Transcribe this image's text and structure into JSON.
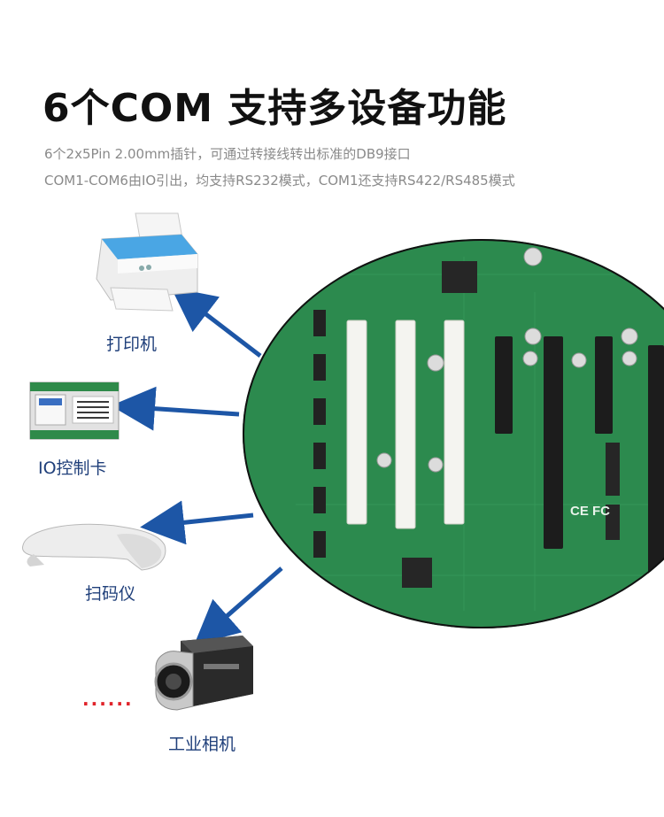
{
  "headline": "6个COM  支持多设备功能",
  "subtitle_lines": [
    "6个2x5Pin 2.00mm插针，可通过转接线转出标准的DB9接口",
    "COM1-COM6由IO引出，均支持RS232模式，COM1还支持RS422/RS485模式"
  ],
  "devices": [
    {
      "label": "打印机",
      "icon": "printer-icon"
    },
    {
      "label": "IO控制卡",
      "icon": "io-card-icon"
    },
    {
      "label": "扫码仪",
      "icon": "barcode-scanner-icon"
    },
    {
      "label": "工业相机",
      "icon": "industrial-camera-icon"
    }
  ],
  "ellipsis": "......",
  "board_marking": "CE FC",
  "colors": {
    "arrow": "#1d56a6",
    "board": "#2c8a4e",
    "label": "#1f3f7a",
    "ellipsis": "#e0232a"
  }
}
